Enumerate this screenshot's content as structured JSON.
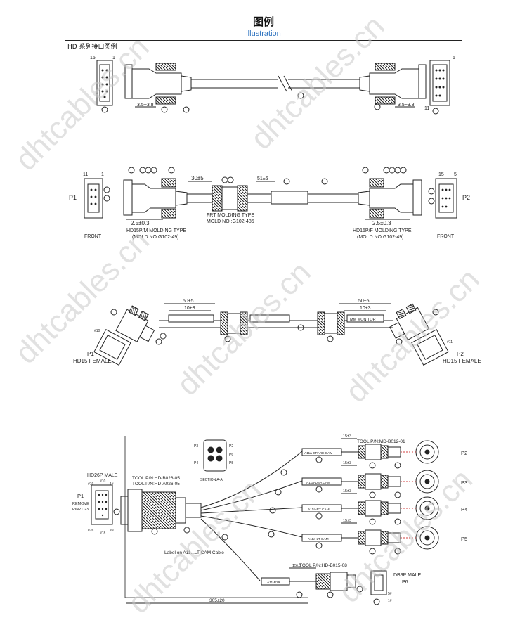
{
  "page": {
    "title": "图例",
    "subtitle": "illustration"
  },
  "section1": {
    "label": "HD 系列接口图例",
    "pin15": "15",
    "pin1": "1",
    "pin5": "5",
    "pin11": "11",
    "dim_left": "3.5~3.8",
    "dim_right": "3.5~3.8"
  },
  "section2": {
    "p1": "P1",
    "p2": "P2",
    "front_left": "FRONT",
    "front_right": "FRONT",
    "pin11": "11",
    "pin1": "1",
    "pin15": "15",
    "pin5": "5",
    "dim_30": "30±5",
    "dim_51": "51±6",
    "dim_left": "2.5±0.3",
    "dim_right": "2.5±0.3",
    "frt_line1": "FRT MOLDING TYPE",
    "frt_line2": "MOLD NO.:G102-485",
    "mold_left_line1": "HD15P/M MOLDING TYPE",
    "mold_left_line2": "(MOLD NO:G102-49)",
    "mold_right_line1": "HD15P/F MOLDING TYPE",
    "mold_right_line2": "(MOLD NO:G102-49)"
  },
  "section3": {
    "dim_left": "50±5",
    "dim_left_inner": "10±3",
    "dim_right": "50±5",
    "dim_right_inner": "10±3",
    "label_right": "MM MONITOR",
    "p1": "P1",
    "p1_desc": "HD15 FEMALE",
    "p2": "P2",
    "p2_desc": "HD15 FEMALE",
    "pin_10": "#10",
    "pin_11": "#11"
  },
  "section4": {
    "hd26": "HD26P MALE",
    "p1": "P1",
    "remove_line1": "REMOVE",
    "remove_line2": "PIN21.23",
    "pin1": "1#",
    "pin10": "#10",
    "pin19": "#19",
    "pin26": "#26",
    "pin18": "#18",
    "pin9": "#9",
    "tool1": "TOOL P/N:HD-B026-05",
    "tool2": "TOOL P/N:HD-A026-05",
    "tool3": "TOOL P/N:MD-B012-01",
    "tool4": "TOOL P/N:HD-B015-08",
    "section_aa": "SECTION A-A",
    "p3_small": "P3",
    "p2_small": "P2",
    "p6_small": "P6",
    "p4_small": "P4",
    "p5_small": "P5",
    "dim_15a": "15±3",
    "dim_15b": "15±3",
    "dim_15c": "15±3",
    "dim_15d": "15±3",
    "dim_15e": "15±3",
    "lbl_spare": "A11a-SPARE CAM",
    "lbl_dsa": "A11a-DSA CAM",
    "lbl_rt": "A11a-RT CAM",
    "lbl_lt": "A11a-LT CAM",
    "lbl_p29": "A11-P29",
    "p2": "P2",
    "p3": "P3",
    "p4": "P4",
    "p5": "P5",
    "db9": "DB9P MALE",
    "p6": "P6",
    "pin5": "5#",
    "label_note": "Label on A11...LT CAM Cable",
    "dim_305": "305±20"
  },
  "watermark": "dhtcables.cn"
}
